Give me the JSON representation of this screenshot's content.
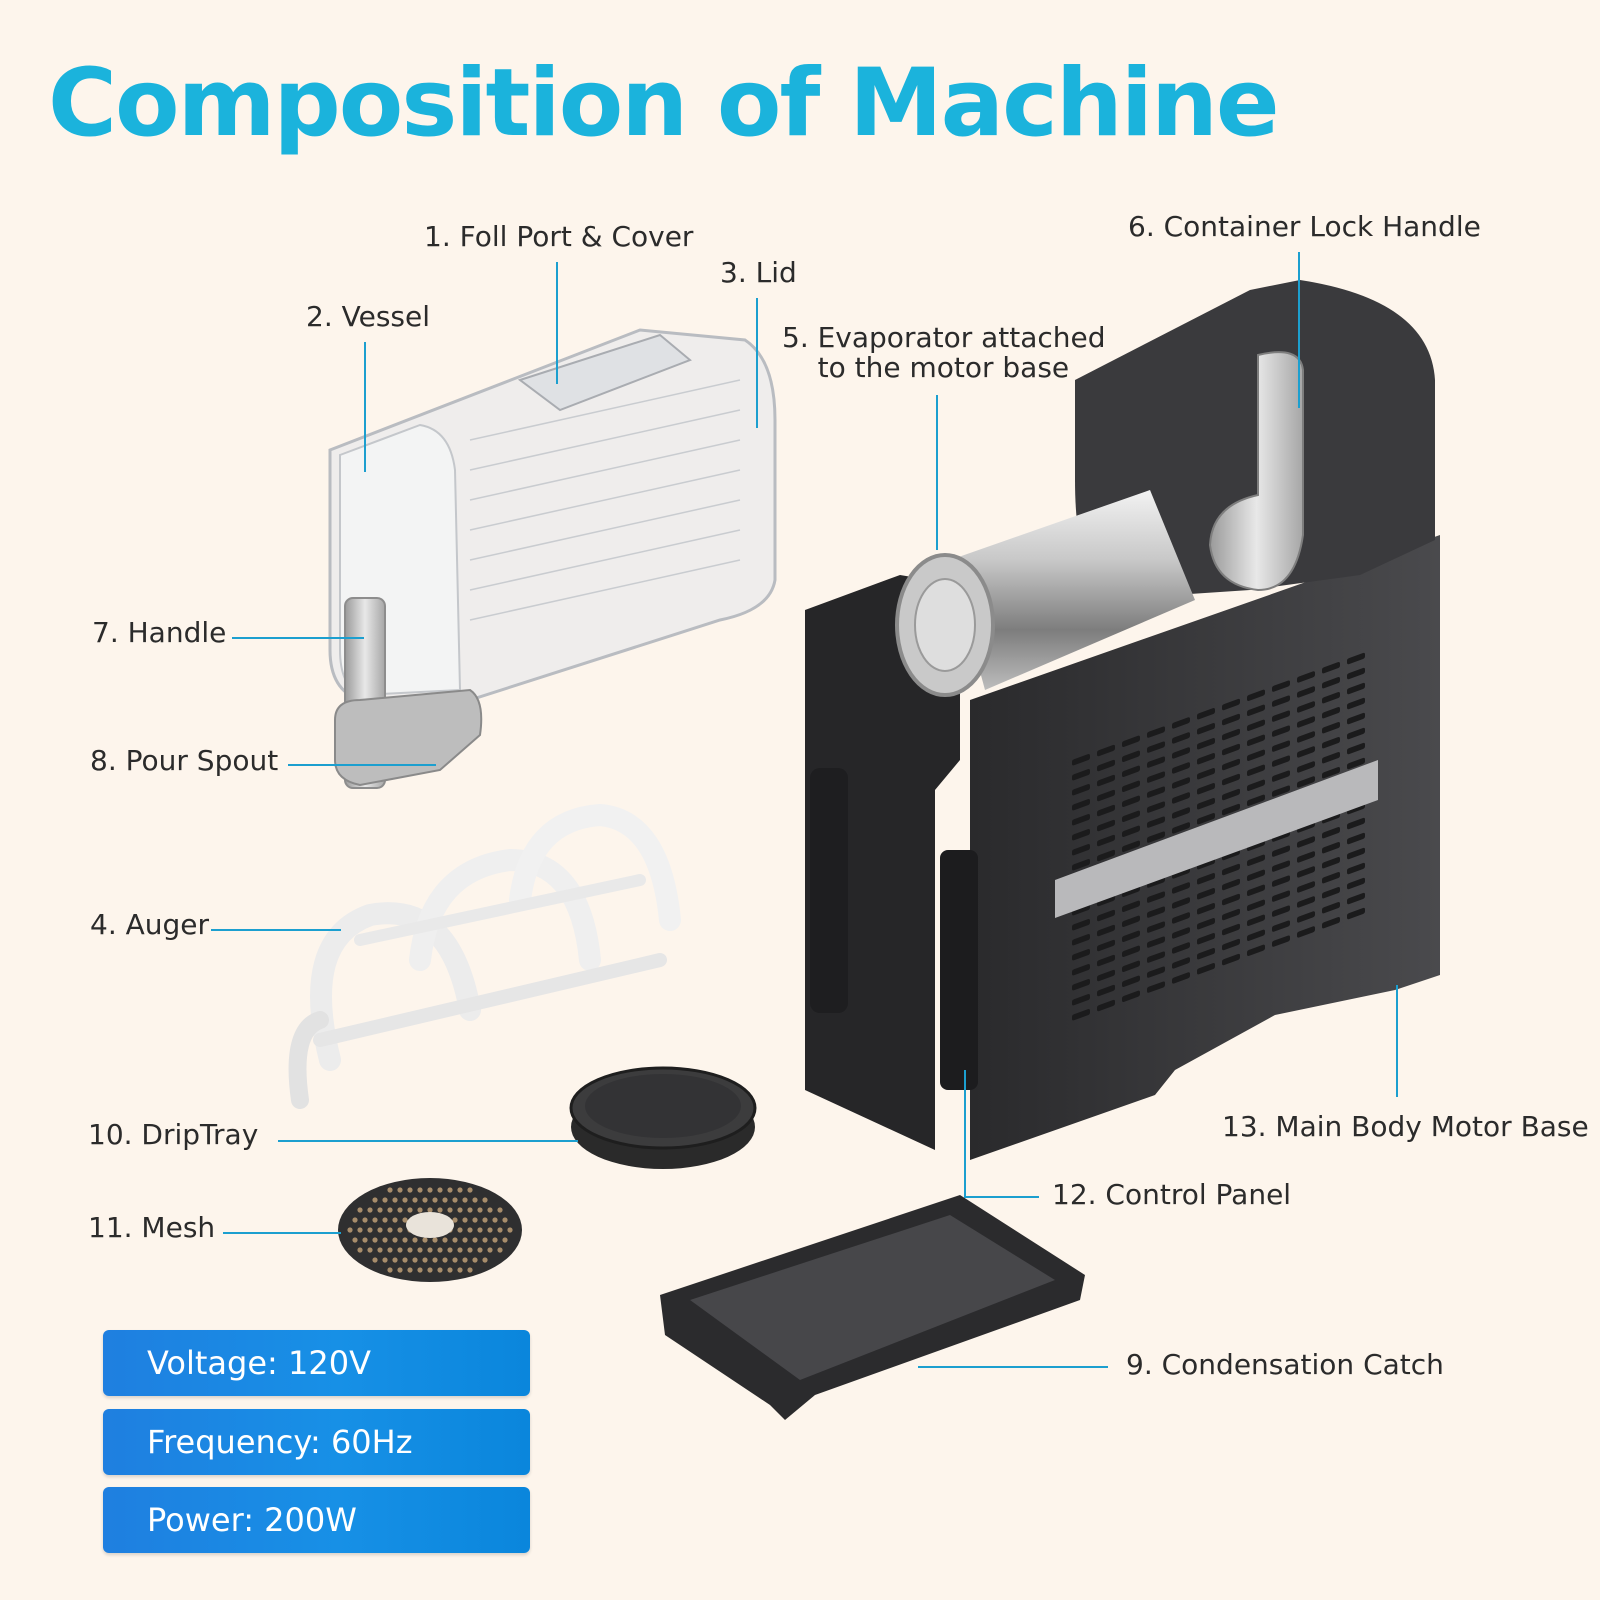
{
  "title": "Composition of Machine",
  "parts": {
    "p1": "1. Foll Port & Cover",
    "p2": "2. Vessel",
    "p3": "3. Lid",
    "p4": "4. Auger",
    "p5": "5. Evaporator attached\n    to the motor base",
    "p6": "6. Container Lock Handle",
    "p7": "7. Handle",
    "p8": "8. Pour Spout",
    "p9": "9. Condensation Catch",
    "p10": "10. DripTray",
    "p11": "11. Mesh",
    "p12": "12. Control Panel",
    "p13": "13. Main Body Motor Base"
  },
  "specs": {
    "voltage": "Voltage: 120V",
    "frequency": "Frequency: 60Hz",
    "power": "Power: 200W"
  },
  "colors": {
    "title": "#1bb3dc",
    "leader": "#1c9fcf",
    "background": "#fdf5ec",
    "spec_box": "#1f7fe0"
  }
}
